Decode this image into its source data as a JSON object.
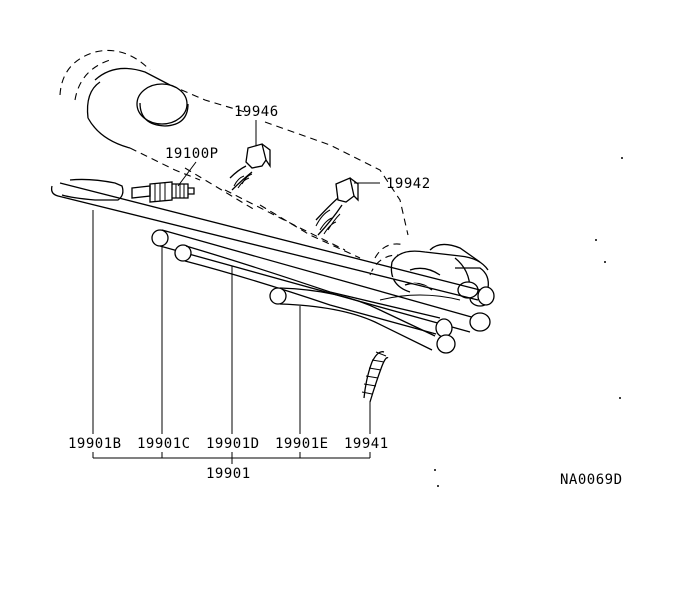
{
  "parts": {
    "p19946": "19946",
    "p19100P": "19100P",
    "p19942": "19942",
    "p19901B": "19901B",
    "p19901C": "19901C",
    "p19901D": "19901D",
    "p19901E": "19901E",
    "p19941": "19941",
    "p19901": "19901"
  },
  "figure_code": "NA0069D"
}
